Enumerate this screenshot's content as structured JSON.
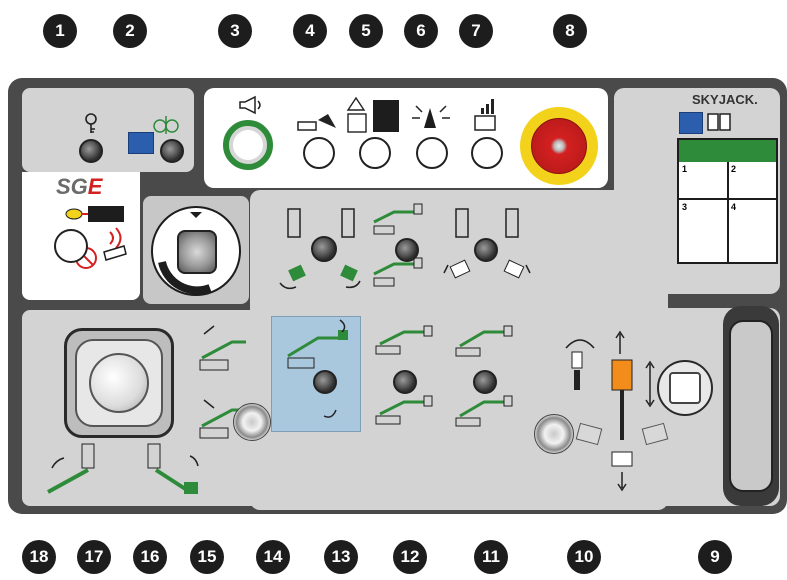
{
  "callouts": [
    "1",
    "2",
    "3",
    "4",
    "5",
    "6",
    "7",
    "8",
    "9",
    "10",
    "11",
    "12",
    "13",
    "14",
    "15",
    "16",
    "17",
    "18"
  ],
  "brand": {
    "skyjack": "SKYJACK.",
    "sge_prefix": "SG",
    "sge_suffix": "E"
  },
  "colors": {
    "console": "#4a4a4a",
    "panel": "#d3d3d3",
    "accent_green": "#2e8b3a",
    "highlight_blue": "#a9c7dd",
    "estop_red": "#d32020",
    "estop_yellow": "#f2d21b",
    "bubble": "#1d1d1d"
  },
  "icons": [
    "key-icon",
    "tilt-icon",
    "horn-icon",
    "drive-icon",
    "lift-warning-icon",
    "beacon-icon",
    "battery-icon",
    "emergency-stop-icon",
    "joystick-icon",
    "book-icon",
    "machine-icon"
  ],
  "guide_steps": [
    "1",
    "2",
    "3",
    "4"
  ]
}
